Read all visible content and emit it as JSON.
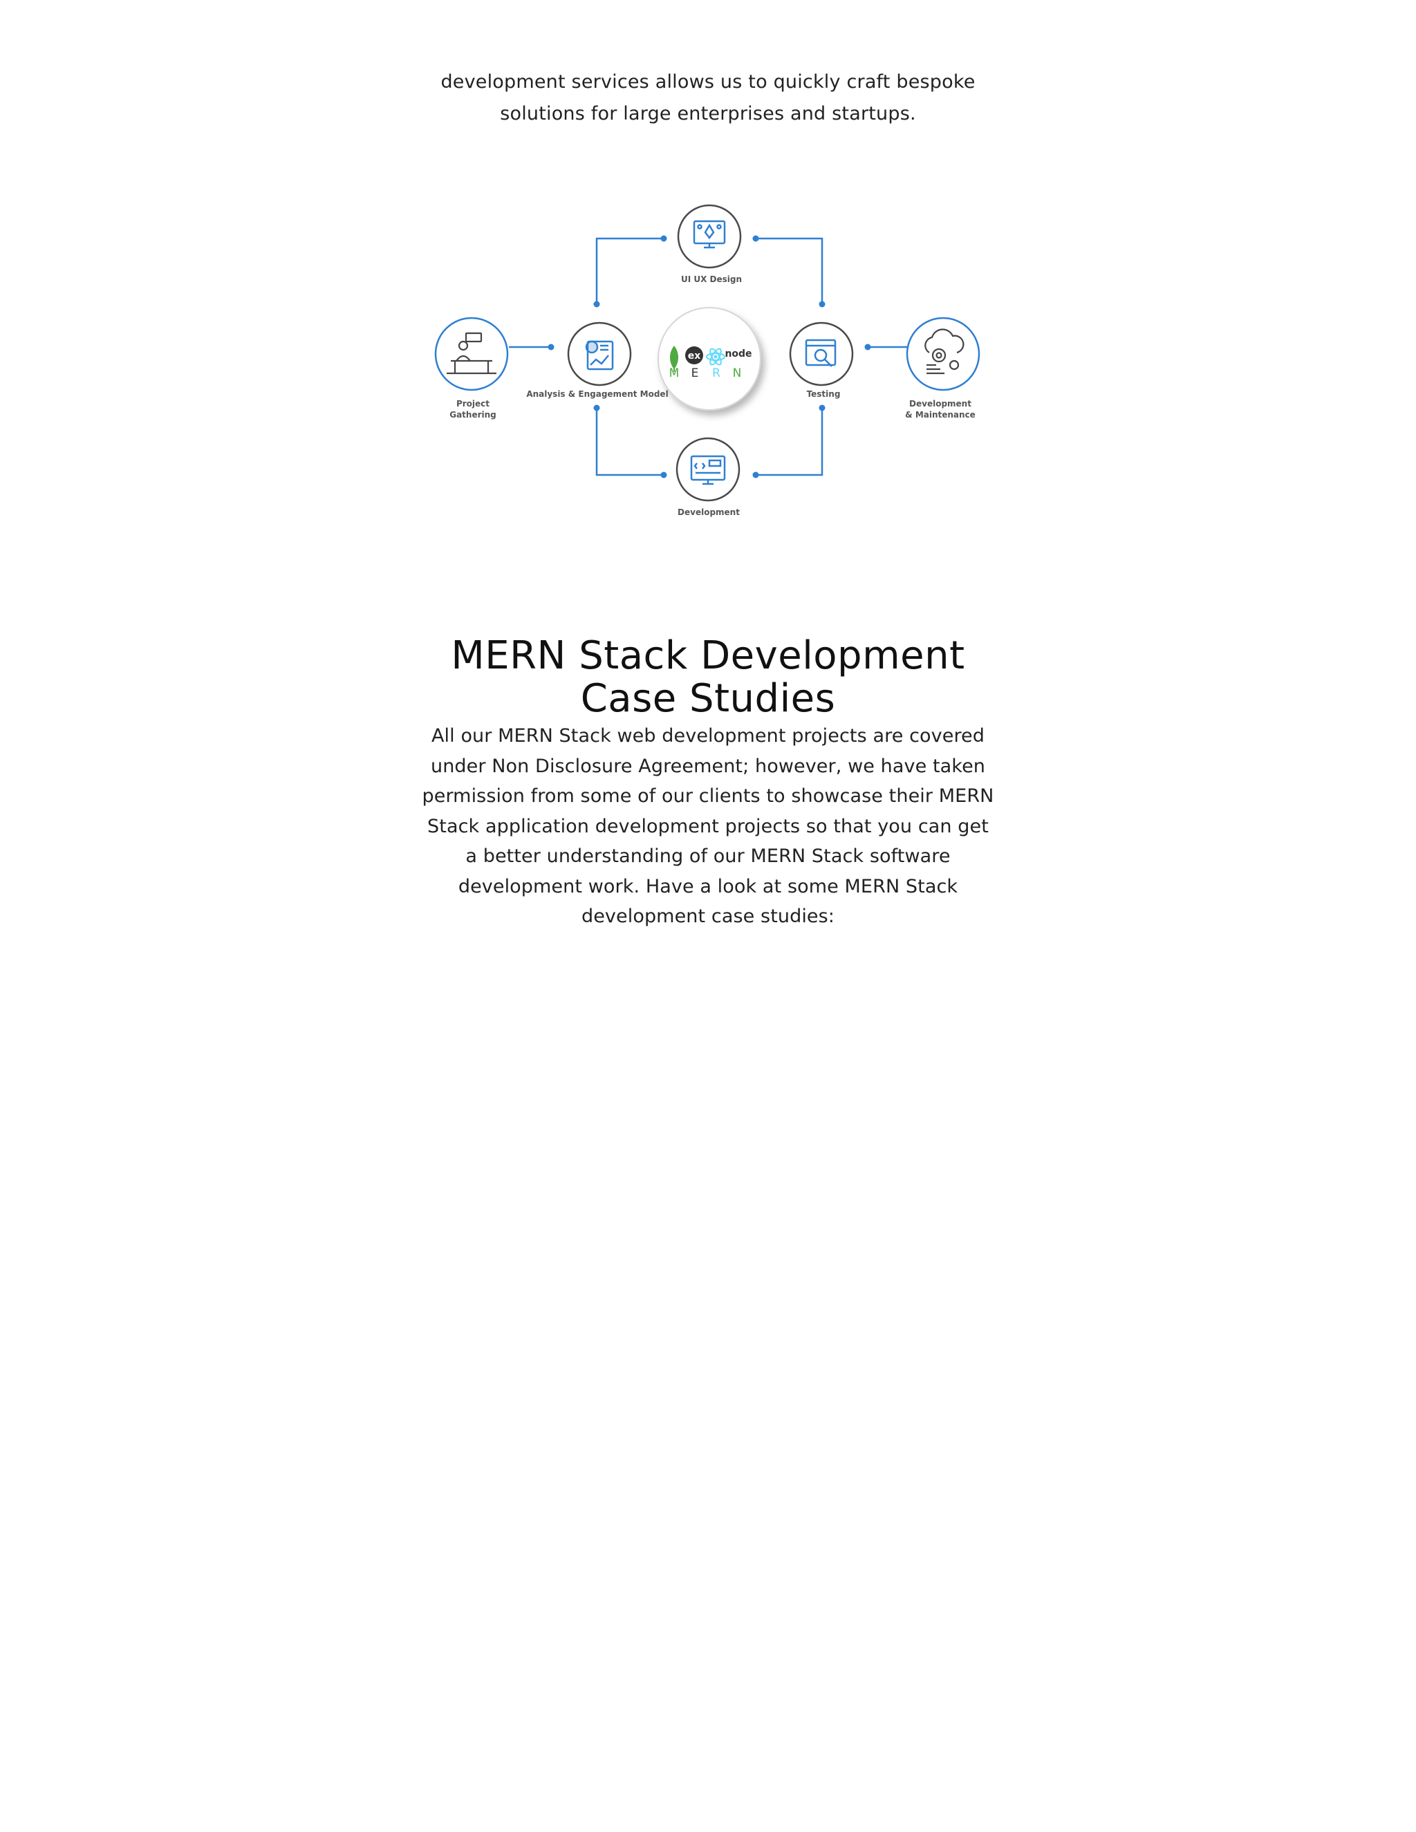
{
  "intro": {
    "line1": "development services allows us to quickly craft bespoke",
    "line2": "solutions for large enterprises and startups."
  },
  "diagram": {
    "center": {
      "icons": [
        "mongodb-leaf-icon",
        "express-ex-icon",
        "react-atom-icon",
        "node-logo-icon"
      ],
      "ex_label": "ex",
      "node_label": "node",
      "letters": [
        "M",
        "E",
        "R",
        "N"
      ]
    },
    "stages": {
      "project_gathering": {
        "line1": "Project",
        "line2": "Gathering",
        "icon": "person-at-desk-icon"
      },
      "analysis": {
        "label": "Analysis & Engagement Model",
        "icon": "document-chart-icon"
      },
      "ui_ux": {
        "label": "UI UX Design",
        "icon": "design-monitor-icon"
      },
      "development": {
        "label": "Development",
        "icon": "code-monitor-icon"
      },
      "testing": {
        "label": "Testing",
        "icon": "browser-search-icon"
      },
      "maintenance": {
        "line1": "Development",
        "line2": "& Maintenance",
        "icon": "cloud-gear-icon"
      }
    },
    "colors": {
      "accent_blue": "#2f7fd3",
      "ring_gray": "#4a4a4a",
      "label_gray": "#555555",
      "mongo_green": "#4faa41",
      "react_cyan": "#61dafb",
      "express_dark": "#333333"
    }
  },
  "case_studies": {
    "title": "MERN Stack Development Case Studies",
    "body": "All our MERN Stack web development projects are covered under Non Disclosure Agreement; however, we have taken permission from some of our clients to showcase their MERN Stack application development projects so that you can get a better understanding of our MERN Stack software development work. Have a look at some MERN Stack development case studies:"
  }
}
